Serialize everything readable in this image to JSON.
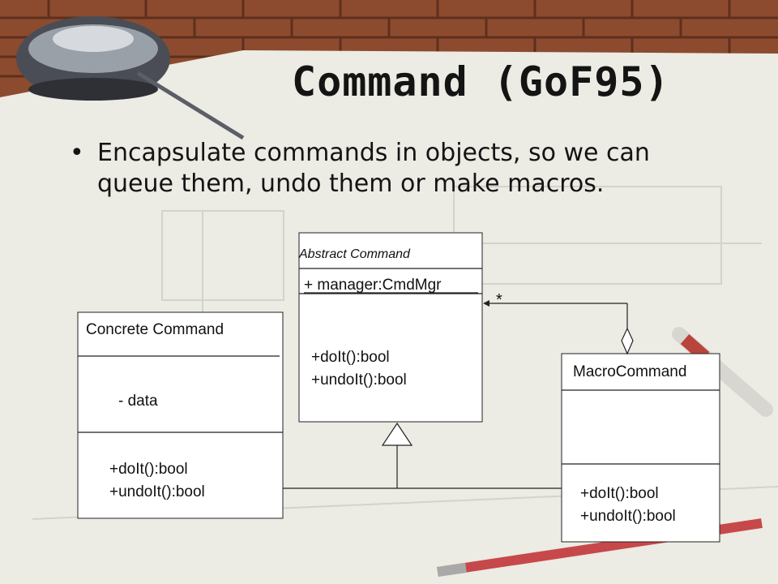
{
  "slide": {
    "title": "Command (GoF95)",
    "bullet_text_line1": "Encapsulate commands in objects, so we can",
    "bullet_text_line2": "queue them, undo them or make macros."
  },
  "diagram": {
    "abstract_class": {
      "name": "Abstract Command",
      "attribute": "+ manager:CmdMgr",
      "methods": [
        "+doIt():bool",
        "+undoIt():bool"
      ]
    },
    "concrete_class": {
      "name": "Concrete Command",
      "attribute": "- data",
      "methods": [
        "+doIt():bool",
        "+undoIt():bool"
      ]
    },
    "macro_class": {
      "name": "MacroCommand",
      "methods": [
        "+doIt():bool",
        "+undoIt():bool"
      ]
    },
    "multiplicity": "*"
  }
}
